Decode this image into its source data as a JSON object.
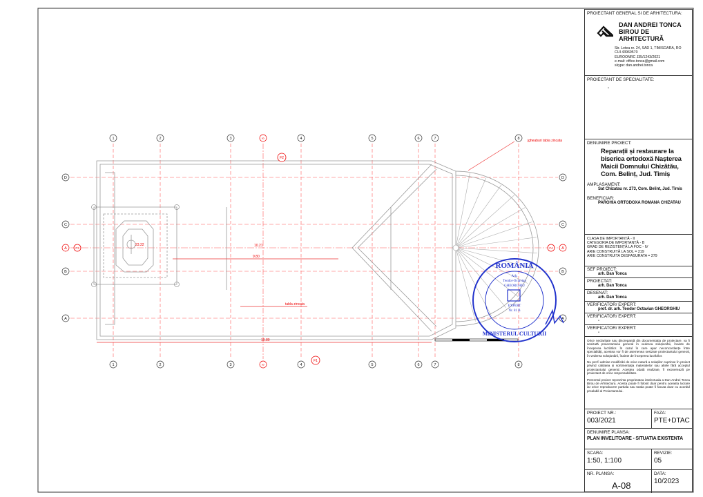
{
  "drawing": {
    "columns": [
      "1",
      "2",
      "3",
      "∞",
      "4",
      "5",
      "6",
      "7",
      "8"
    ],
    "rows": [
      "D",
      "C",
      "A",
      "B",
      "A"
    ],
    "row_left_red": "F3",
    "row_right_red": "F4",
    "section_top": "F2",
    "section_bottom": "F1",
    "dim_total": "19.80",
    "dim_mid": "9.80",
    "elev_tower": "23.22",
    "elev_ridge": "10.21",
    "note_gutter": "jgheaburi tabla zincata",
    "note_roof": "tabla zincata",
    "stamp": {
      "top": "ROMÂNIA",
      "bottom": "MINISTERUL CULTURII",
      "name1": "Arh.",
      "name2": "Teodor-Octavian",
      "name3": "GHEORGHIU",
      "expert": "EXPERT",
      "nr": "Nr. 81 B"
    }
  },
  "title_block": {
    "general_label": "PROIECTANT GENERAL SI DE ARHITECTURA:",
    "firm_line1": "DAN ANDREI TONCA",
    "firm_line2": "BIROU DE ARHITECTURĂ",
    "address": [
      "Str. Letea nr. 24, SAD 1, TIMISOARA, RO",
      "CUI 43969570",
      "EUROONRC J35/1243/2021",
      "e-mail: office.tonca@gmail.com",
      "skype: dan.andrei.tonca"
    ],
    "specialty_label": "PROIECTANT DE SPECIALITATE:",
    "specialty_value": "-",
    "project_label": "DENUMIRE PROIECT:",
    "project_name": "Reparații și restaurare la biserica ortodoxă Nașterea Maicii Domnului Chizătău, Com. Belinț, Jud. Timiș",
    "site_label": "AMPLASAMENT:",
    "site_value": "Sat Chizatau nr. 273, Com. Belint, Jud. Timis",
    "beneficiary_label": "BENEFICIAR:",
    "beneficiary_value": "PAROHIA ORTODOXA ROMANA CHIZATAU",
    "class_lines": [
      "CLASA DE IMPORTANȚĂ - II",
      "CATEGORIA DE IMPORTANȚĂ - B",
      "GRAD DE REZISTENȚĂ LA FOC - IV",
      "ARIE CONSTRUITĂ LA SOL = 219",
      "ARIE CONSTRUITA DESFASURATA = 279"
    ],
    "roles": [
      {
        "label": "SEF PROIECT:",
        "value": "arh. Dan Tonca"
      },
      {
        "label": "PROIECTAT:",
        "value": "arh. Dan Tonca"
      },
      {
        "label": "DESENAT:",
        "value": "arh. Dan Tonca"
      },
      {
        "label": "VERIFICATOR/ EXPERT:",
        "value": "prof. dr. arh. Teodor Octavian GHEORGHIU"
      },
      {
        "label": "VERIFICATOR/ EXPERT:",
        "value": "-"
      },
      {
        "label": "VERIFICATOR/ EXPERT:",
        "value": "-"
      }
    ],
    "notes": [
      "Orice neclaritate sau discrepanță din documentația de proiectare, va fi sesizată proiectantului general în vederea soluționării, înainte de începerea lucrărilor. În cazul în care apar neconcordanțe între specialități, acestea vor fi de asemenea sesizate proiectantului general, în vederea soluționării, înainte de începerea lucrărilor.",
      "Nu pot fi admise modificări de orice natură a soluțiilor cuprinse în proiect privind calitatea și sortimentația materialelor sau altele fără acceptul proiectantului general. Acestea odată realizate, îl exonerează pe proiectant de orice responsabilitate.",
      "Prezentul proiect reprezinta proprietatea intelectuala a Dan Andrei Tonca Birou de Arhitectura. Acesta poate fi folosit doar pentru aceasta lucrare iar orice reproducere partiala sau totala poate fi facuta doar cu acordul prealabil al Proiectantului."
    ],
    "project_nr_label": "PROIECT NR.:",
    "project_nr": "003/2021",
    "phase_label": "FAZA:",
    "phase": "PTE+DTAC",
    "sheet_name_label": "DENUMIRE PLANSA:",
    "sheet_name": "PLAN INVELITOARE - SITUATIA EXISTENTA",
    "scale_label": "SCARA:",
    "scale": "1:50, 1:100",
    "revision_label": "REVIZIE:",
    "revision": "05",
    "sheet_nr_label": "NR. PLANSA:",
    "sheet_nr": "A-08",
    "date_label": "DATA:",
    "date": "10/2023"
  }
}
